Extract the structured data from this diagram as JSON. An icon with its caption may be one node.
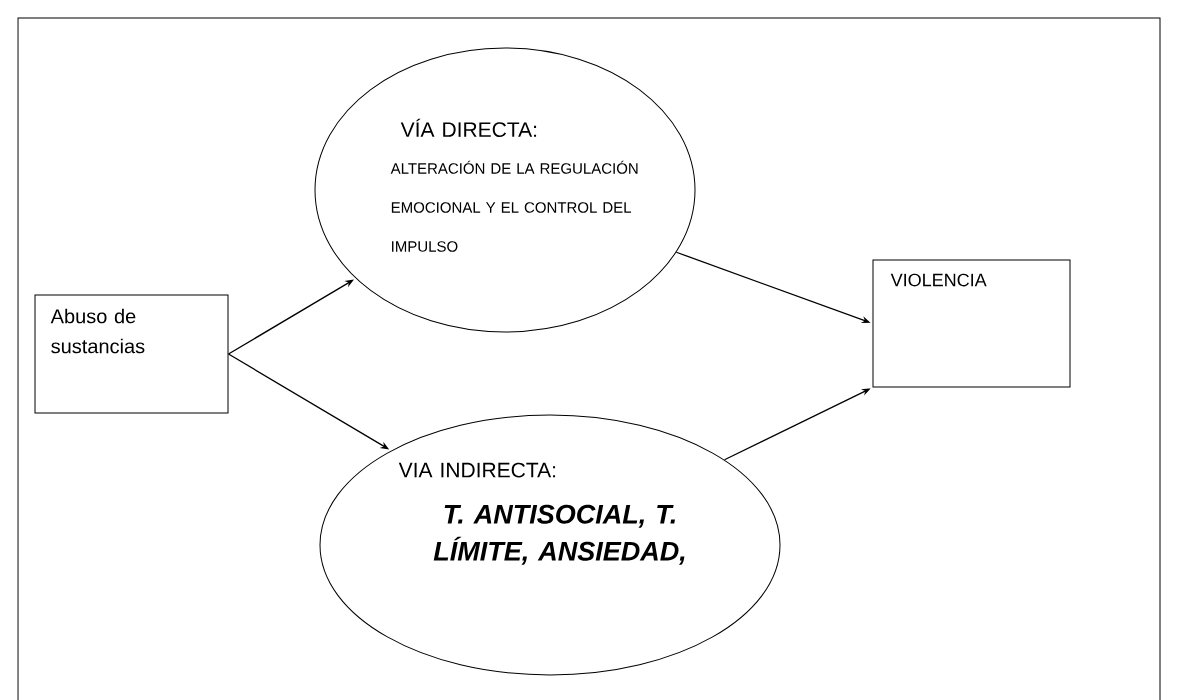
{
  "diagram": {
    "nodes": [
      {
        "text": [
          "Abuso de sustancias"
        ]
      },
      {
        "text": [
          "VÍA DIRECTA:",
          "ALTERACIÓN DE LA REGULACIÓN EMOCIONAL Y EL CONTROL DEL IMPULSO"
        ]
      },
      {
        "text": [
          "VIA INDIRECTA:",
          "T. ANTISOCIAL, T. LÍMITE, ANSIEDAD,"
        ]
      },
      {
        "text": [
          "VIOLENCIA"
        ]
      }
    ],
    "edges": [
      {
        "from": 0,
        "to": 1,
        "arrow": "to"
      },
      {
        "from": 0,
        "to": 2,
        "arrow": "to"
      },
      {
        "from": 1,
        "to": 3,
        "arrow": "to"
      },
      {
        "from": 2,
        "to": 3,
        "arrow": "to"
      }
    ]
  }
}
